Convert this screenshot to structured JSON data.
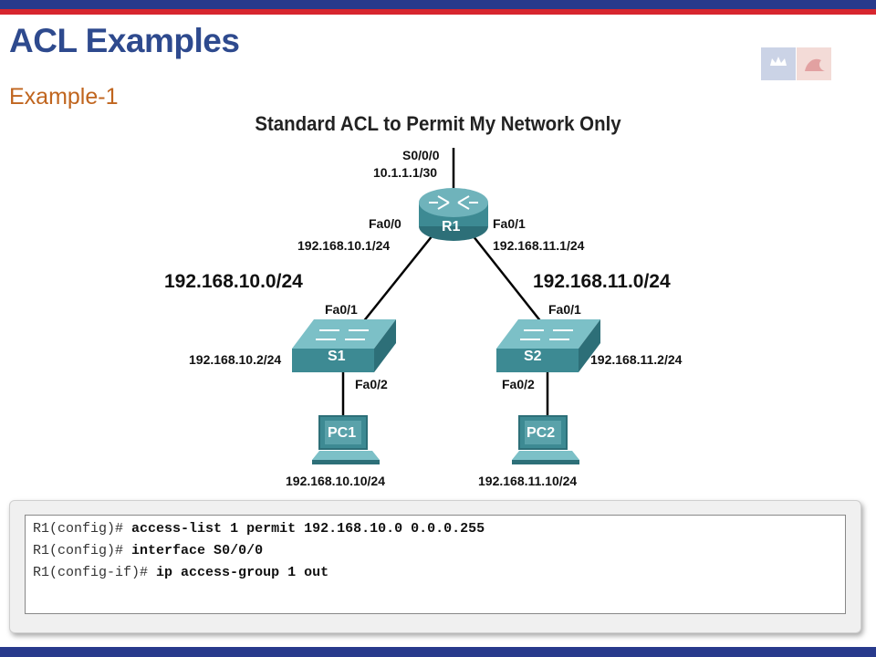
{
  "slide": {
    "title": "ACL Examples",
    "subtitle": "Example-1"
  },
  "colors": {
    "brand_blue": "#283a8c",
    "brand_red": "#d7262e",
    "title_blue": "#2e4a8e",
    "subtitle_orange": "#c0651e",
    "device_teal": "#3d8a93"
  },
  "diagram": {
    "title": "Standard ACL to Permit My Network Only",
    "router": {
      "name": "R1",
      "wan_interface": "S0/0/0",
      "wan_ip": "10.1.1.1/30",
      "left_interface": "Fa0/0",
      "left_ip": "192.168.10.1/24",
      "right_interface": "Fa0/1",
      "right_ip": "192.168.11.1/24"
    },
    "networks": {
      "left": "192.168.10.0/24",
      "right": "192.168.11.0/24"
    },
    "switch_left": {
      "name": "S1",
      "uplink_interface": "Fa0/1",
      "ip": "192.168.10.2/24",
      "pc_interface": "Fa0/2"
    },
    "switch_right": {
      "name": "S2",
      "uplink_interface": "Fa0/1",
      "ip": "192.168.11.2/24",
      "pc_interface": "Fa0/2"
    },
    "pc_left": {
      "name": "PC1",
      "ip": "192.168.10.10/24"
    },
    "pc_right": {
      "name": "PC2",
      "ip": "192.168.11.10/24"
    },
    "icons": [
      "router-icon",
      "switch-icon",
      "pc-icon"
    ]
  },
  "config": {
    "lines": [
      {
        "prompt": "R1(config)#",
        "command": "access-list 1 permit 192.168.10.0 0.0.0.255"
      },
      {
        "prompt": "R1(config)#",
        "command": "interface S0/0/0"
      },
      {
        "prompt": "R1(config-if)#",
        "command": "ip access-group 1 out"
      }
    ]
  }
}
